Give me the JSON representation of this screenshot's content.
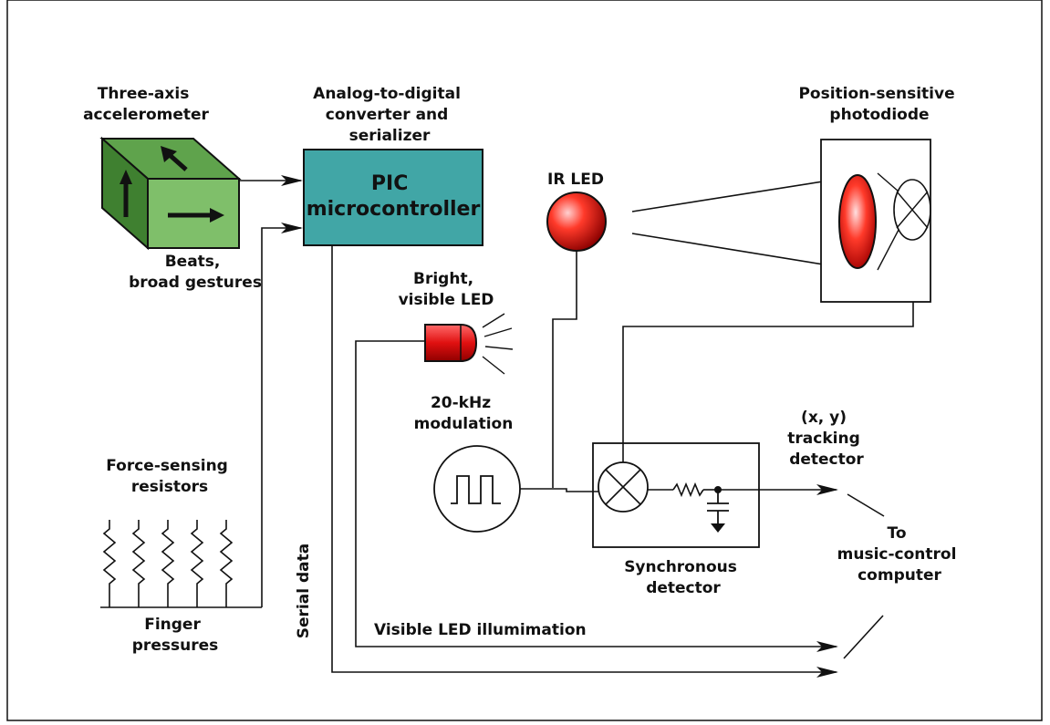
{
  "labels": {
    "accelerometer": [
      "Three-axis",
      "accelerometer"
    ],
    "adc": [
      "Analog-to-digital",
      "converter and",
      "serializer"
    ],
    "pic": [
      "PIC",
      "microcontroller"
    ],
    "ir_led": "IR LED",
    "photodiode": [
      "Position-sensitive",
      "photodiode"
    ],
    "beats": [
      "Beats,",
      "broad gestures"
    ],
    "bright_led": [
      "Bright,",
      "visible LED"
    ],
    "modulation": [
      "20-kHz",
      "modulation"
    ],
    "tracking": [
      "(x, y)",
      "tracking",
      "detector"
    ],
    "force": [
      "Force-sensing",
      "resistors"
    ],
    "sync": [
      "Synchronous",
      "detector"
    ],
    "music": [
      "To",
      "music-control",
      "computer"
    ],
    "serial": "Serial data",
    "visible_illum": "Visible LED illumimation",
    "finger": [
      "Finger",
      "pressures"
    ]
  },
  "colors": {
    "cube_front": "#7fbf6a",
    "cube_top": "#5fa34c",
    "cube_side": "#3f8030",
    "pic_box": "#41a6a6",
    "led_red": "#e01818",
    "border": "#111111"
  }
}
